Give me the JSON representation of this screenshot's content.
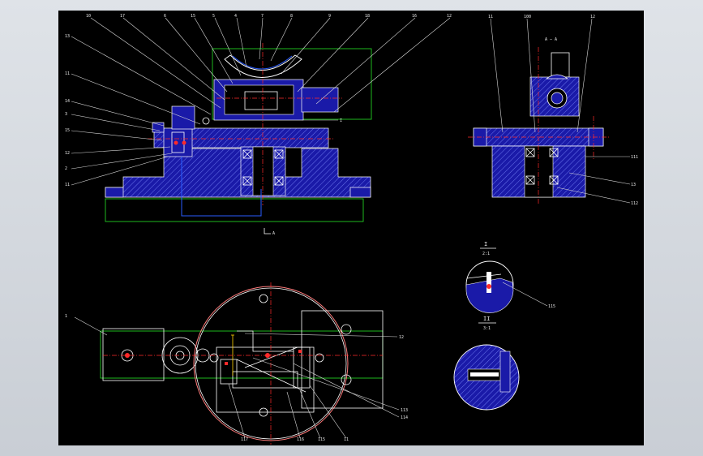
{
  "drawing": {
    "background": "#000000",
    "accent_outline": "#22cc22",
    "part_fill": "#1a1aa8",
    "centerline": "#ff2a2a"
  },
  "front_view": {
    "top_labels": [
      "10",
      "17",
      "6",
      "15",
      "5",
      "4",
      "7",
      "8",
      "9",
      "18",
      "16",
      "12"
    ],
    "left_labels": [
      "13",
      "11",
      "14",
      "3",
      "15",
      "12",
      "2",
      "11"
    ],
    "right_tag": "I",
    "bottom_tag": "A"
  },
  "side_view": {
    "section_mark": "A — A",
    "top_labels": [
      "11",
      "100",
      "12"
    ],
    "right_labels": [
      "111",
      "13",
      "112"
    ]
  },
  "detail_one": {
    "title": "I",
    "scale": "2:1",
    "callout": "115"
  },
  "detail_two": {
    "title": "II",
    "scale": "3:1"
  },
  "plan_view": {
    "left_label": "1",
    "right_labels": [
      "12",
      "113",
      "114"
    ],
    "bottom_labels": [
      "117",
      "116",
      "115",
      "11"
    ]
  }
}
